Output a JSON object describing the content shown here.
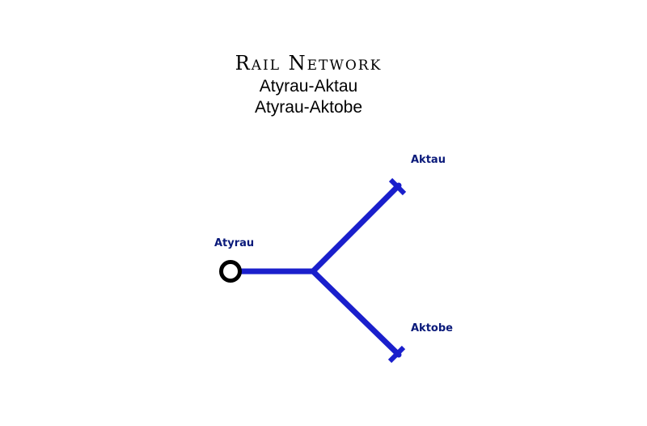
{
  "title": {
    "heading": "Rail Network",
    "lines": [
      "Atyrau-Aktau",
      "Atyrau-Aktobe"
    ]
  },
  "colors": {
    "line": "#1a1fcc",
    "label": "#0a1a7a",
    "terminal_stroke": "#000000",
    "background": "#ffffff"
  },
  "stations": {
    "atyrau": {
      "label": "Atyrau",
      "type": "origin-terminal"
    },
    "aktau": {
      "label": "Aktau",
      "type": "end-terminal"
    },
    "aktobe": {
      "label": "Aktobe",
      "type": "end-terminal"
    }
  }
}
